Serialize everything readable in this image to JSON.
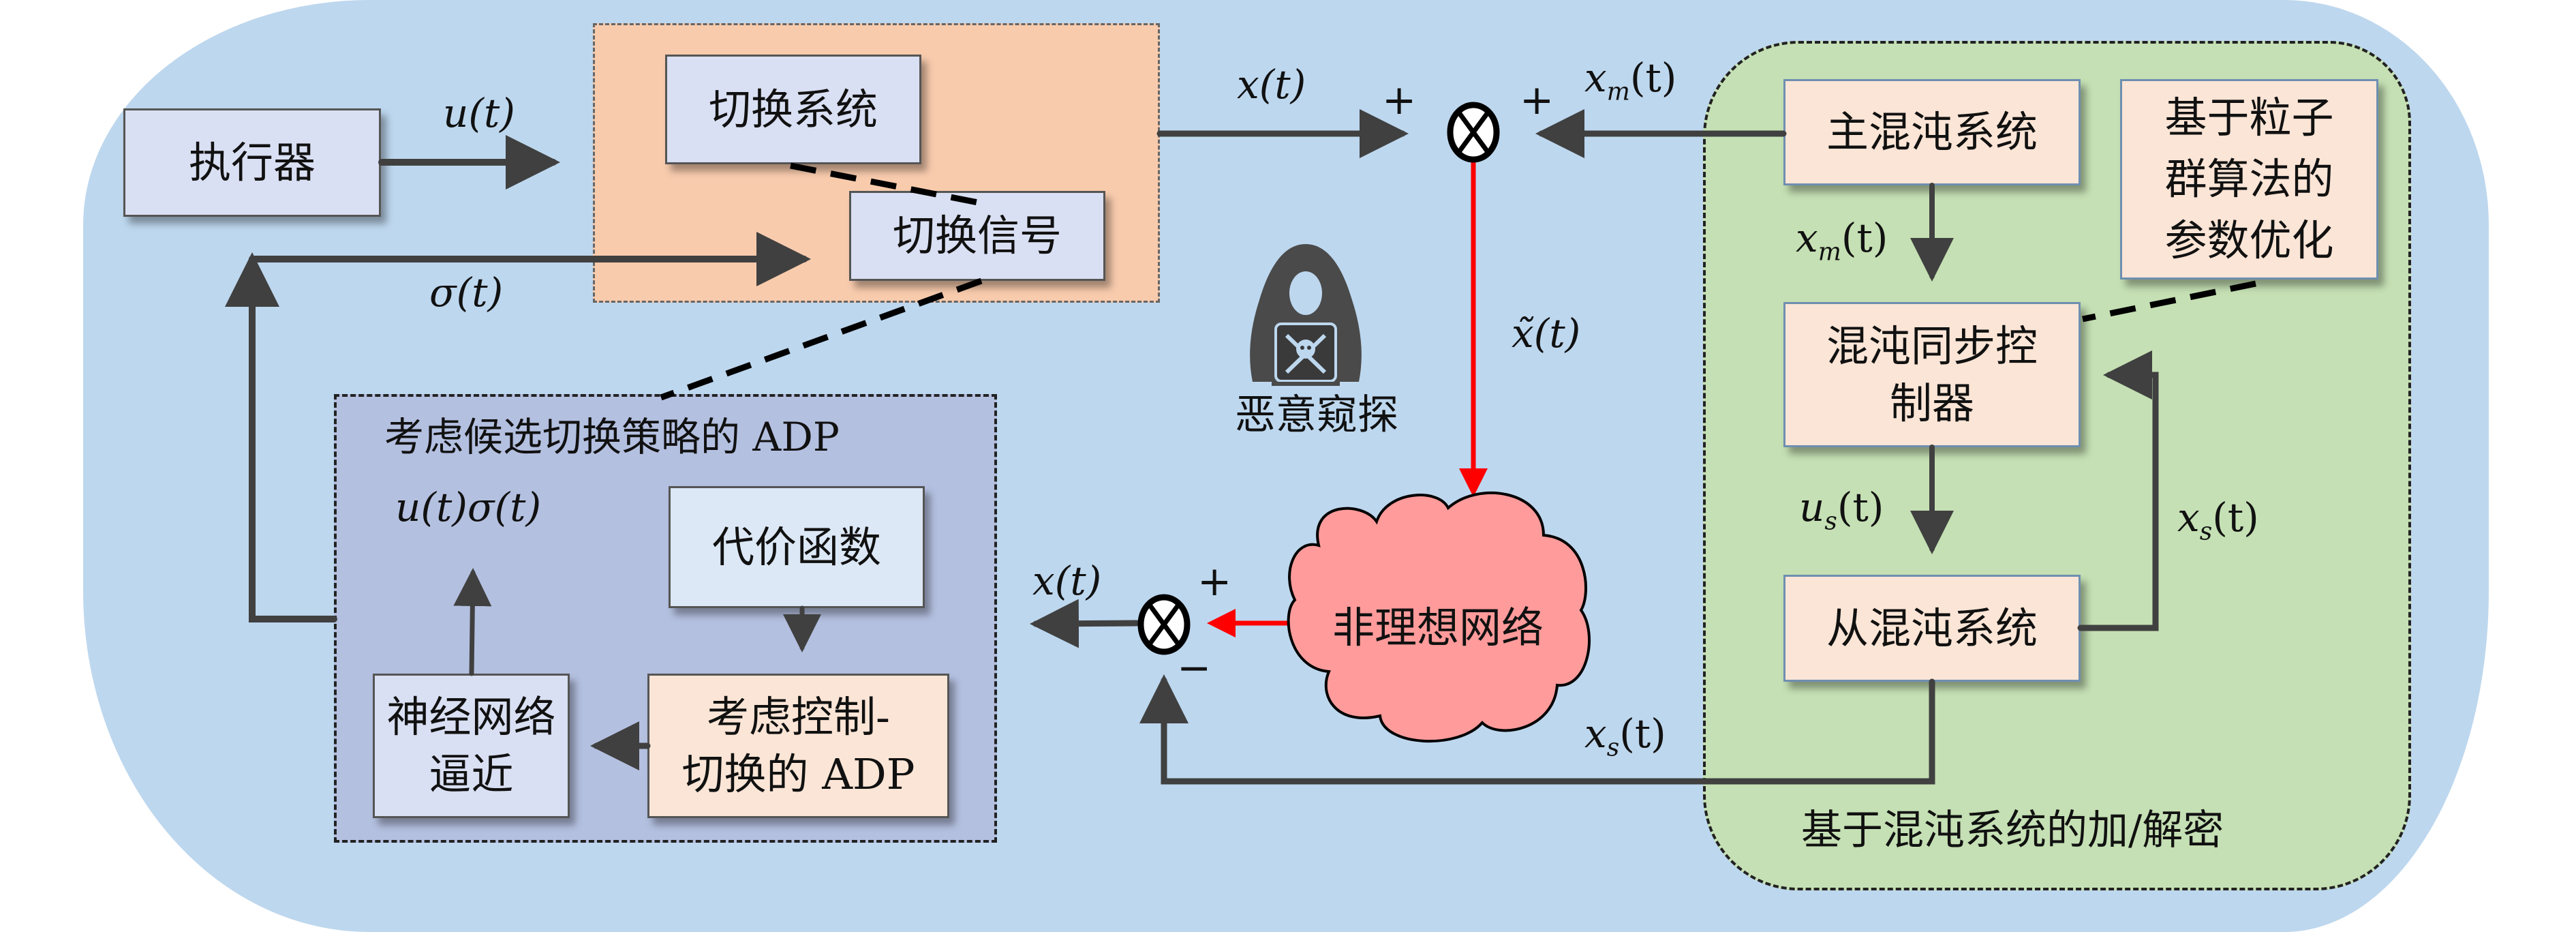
{
  "diagram": {
    "blocks": {
      "actuator": "执行器",
      "switched_system": "切换系统",
      "switching_signal": "切换信号",
      "cost_function": "代价函数",
      "adp_control_switch": [
        "考虑控制-",
        "切换的 ADP"
      ],
      "nn_approx": [
        "神经网络",
        "逼近"
      ],
      "master_chaos": "主混沌系统",
      "pso_param": [
        "基于粒子",
        "群算法的",
        "参数优化"
      ],
      "sync_controller": [
        "混沌同步控",
        "制器"
      ],
      "slave_chaos": "从混沌系统",
      "non_ideal_network": "非理想网络",
      "eavesdrop": "恶意窥探"
    },
    "groups": {
      "adp_group_title": "考虑候选切换策略的 ADP",
      "encryption_group_title": "基于混沌系统的加/解密"
    },
    "signals": {
      "u": "u(t)",
      "sigma": "σ(t)",
      "x_top": "x(t)",
      "xm_top": "x",
      "xm_sub": "m",
      "xm_vert": "x",
      "x_tilde": "x̃(t)",
      "us": "u",
      "us_sub": "s",
      "xs_right": "x",
      "xs_sub": "s",
      "xs_bottom": "x",
      "x_bottom": "x(t)",
      "u_sigma": "u(t)σ(t)",
      "t_paren": "(t)"
    },
    "signs": {
      "top_left": "+",
      "top_right": "+",
      "bottom_plus": "+",
      "bottom_minus": "−"
    },
    "colors": {
      "background": "#bdd7ee",
      "switch_group": "#f8cbad",
      "adp_group": "#b4c0e0",
      "crypto_group": "#c5e0b4",
      "cloud": "#ff9b9b",
      "attack_line": "#ff0000",
      "arrow": "#404040"
    }
  }
}
